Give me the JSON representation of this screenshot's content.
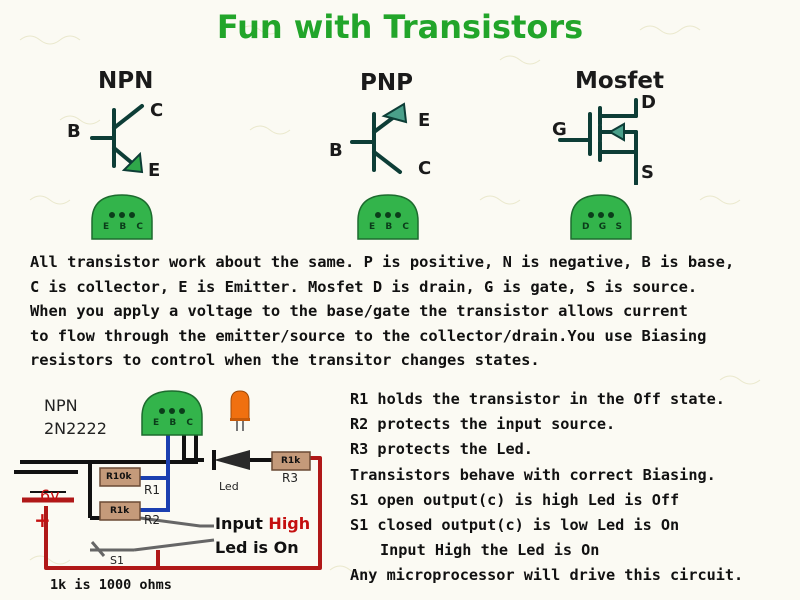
{
  "title": "Fun with Transistors",
  "symbols": {
    "npn": {
      "title": "NPN",
      "b": "B",
      "c": "C",
      "e": "E",
      "pins": [
        "E",
        "B",
        "C"
      ]
    },
    "pnp": {
      "title": "PNP",
      "b": "B",
      "e": "E",
      "c": "C",
      "pins": [
        "E",
        "B",
        "C"
      ]
    },
    "mosfet": {
      "title": "Mosfet",
      "g": "G",
      "d": "D",
      "s": "S",
      "pins": [
        "D",
        "G",
        "S"
      ]
    }
  },
  "description": [
    "All transistor work about the same. P is positive, N is negative, B is base,",
    "C is collector, E is Emitter. Mosfet D is drain, G is gate, S is source.",
    "When you apply a voltage to the base/gate the transistor allows current",
    "to flow through the emitter/source to the collector/drain.You use Biasing",
    "resistors to control when the transitor changes states."
  ],
  "circuit": {
    "type": "NPN",
    "part": "2N2222",
    "pins": [
      "E",
      "B",
      "C"
    ],
    "battery": "6v",
    "plus": "+",
    "r10k": "R10k",
    "r1": "R1",
    "r1k_a": "R1k",
    "r2": "R2",
    "r1k_b": "R1k",
    "r3": "R3",
    "led": "Led",
    "s1": "S1",
    "input": "Input",
    "high": "High",
    "led_on": "Led is On",
    "footer": "1k is 1000 ohms"
  },
  "notes": [
    "R1 holds the transistor in the Off state.",
    "R2 protects the input source.",
    "R3 protects the Led.",
    "Transistors behave with correct Biasing.",
    "S1 open output(c) is high Led is Off",
    "S1 closed output(c) is low Led is On",
    "Input High the Led is On",
    "Any microprocessor will drive this circuit."
  ],
  "colors": {
    "title": "#22a52a",
    "package": "#33b44b",
    "wire_red": "#b01818",
    "wire_blue": "#1b3fb0",
    "wire_black": "#111111",
    "led": "#f07010"
  }
}
